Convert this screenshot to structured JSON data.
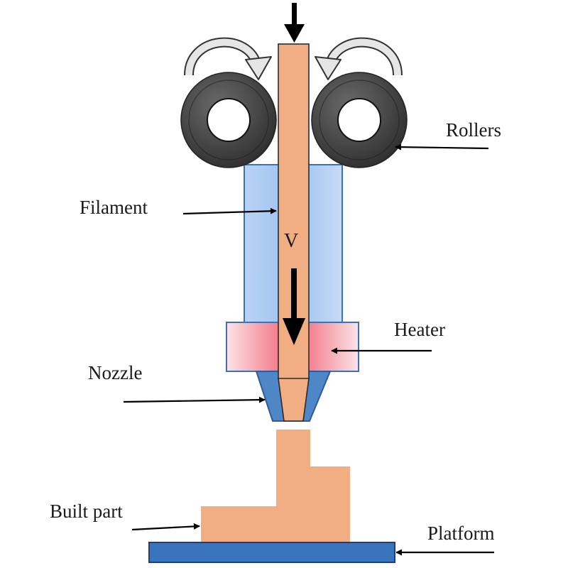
{
  "labels": {
    "rollers": "Rollers",
    "filament": "Filament",
    "velocity": "V",
    "heater": "Heater",
    "nozzle": "Nozzle",
    "built_part": "Built part",
    "platform": "Platform"
  },
  "colors": {
    "filament": "#F2AE83",
    "liquefier": "#A8C9F2",
    "liquefier_border": "#3E72B8",
    "heater_center": "#F37E8C",
    "heater_edge": "#FBE2E6",
    "nozzle": "#4E86C6",
    "roller_outer": "#4A4A4A",
    "roller_inner": "#FFFFFF",
    "platform": "#3A74BD",
    "platform_border": "#1F3F7A",
    "arrow": "#000000",
    "rotation_arrow": "#E6E6E6"
  },
  "icons": {
    "feed_arrow": "down-arrow-icon",
    "rotation_left": "clockwise-curved-arrow-icon",
    "rotation_right": "counterclockwise-curved-arrow-icon"
  }
}
